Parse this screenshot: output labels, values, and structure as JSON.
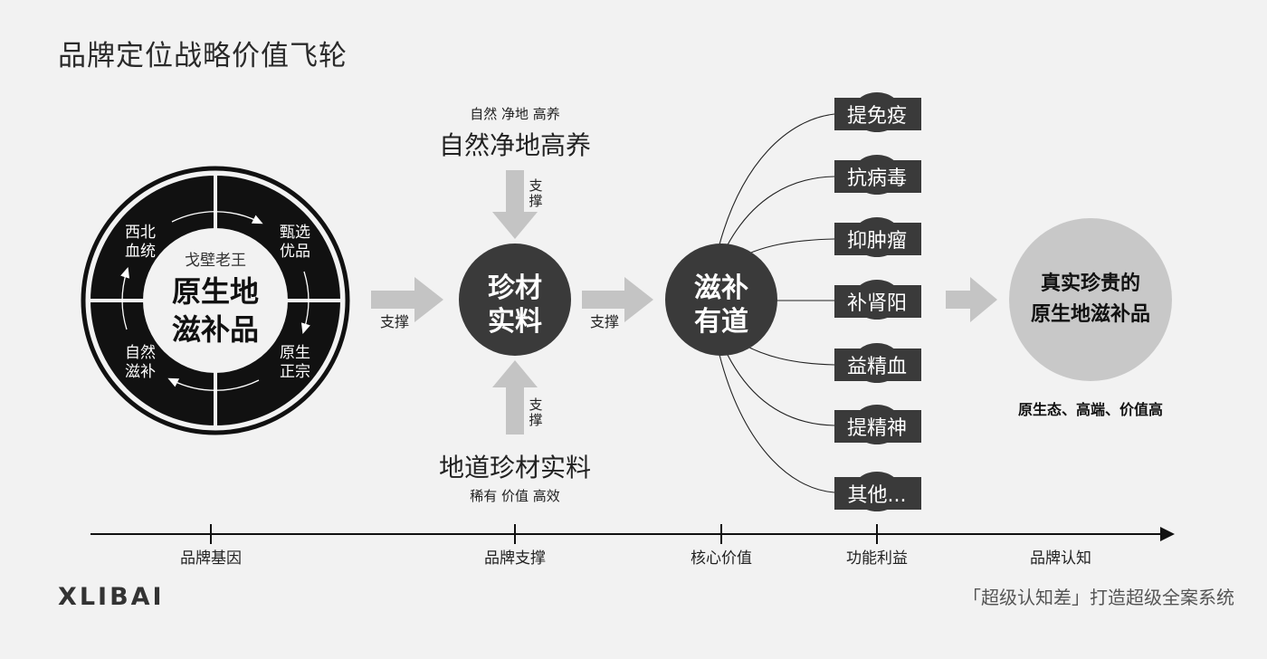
{
  "title": "品牌定位战略价值飞轮",
  "flywheel": {
    "outer_quadrants": [
      "西北\n血统",
      "甄选\n优品",
      "自然\n滋补",
      "原生\n正宗"
    ],
    "center_small": "戈壁老王",
    "center_big": [
      "原生地",
      "滋补品"
    ]
  },
  "support_top": {
    "small": "自然  净地  高养",
    "big": "自然净地高养",
    "arrow_label": "支\n撑"
  },
  "support_bottom": {
    "small": "稀有  价值  高效",
    "big": "地道珍材实料",
    "arrow_label": "支\n撑"
  },
  "arrow_label_left": "支撑",
  "arrow_label_mid": "支撑",
  "node_material": [
    "珍材",
    "实料"
  ],
  "node_core": [
    "滋补",
    "有道"
  ],
  "benefits": [
    "提免疫",
    "抗病毒",
    "抑肿瘤",
    "补肾阳",
    "益精血",
    "提精神",
    "其他..."
  ],
  "result": {
    "circle": [
      "真实珍贵的",
      "原生地滋补品"
    ],
    "caption": "原生态、高端、价值高"
  },
  "timeline": [
    "品牌基因",
    "品牌支撑",
    "核心价值",
    "功能利益",
    "品牌认知"
  ],
  "footer": {
    "brand": "XLIBAI",
    "slogan": "「超级认知差」打造超级全案系统"
  },
  "colors": {
    "dark": "#111111",
    "node": "#3a3a3a",
    "gray_circle": "#c8c8c8",
    "arrow": "#c4c4c4",
    "background": "#f2f2f2"
  }
}
